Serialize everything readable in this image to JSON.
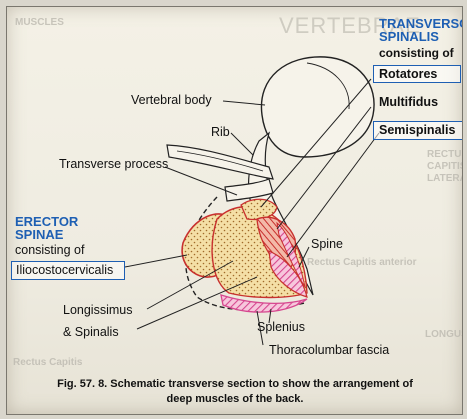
{
  "diagram": {
    "caption_line1": "Fig. 57. 8. Schematic transverse section to show the arrangement of",
    "caption_line2": "deep muscles of the back.",
    "transversospinalis": {
      "title_line1": "TRANSVERSO-",
      "title_line2": "SPINALIS",
      "subtitle": "consisting of",
      "items": [
        "Rotatores",
        "Multifidus",
        "Semispinalis"
      ]
    },
    "erector_spinae": {
      "title_line1": "ERECTOR",
      "title_line2": "SPINAE",
      "subtitle": "consisting of",
      "item": "Iliocostocervicalis"
    },
    "labels": {
      "vertebral_body": "Vertebral body",
      "rib": "Rib",
      "transverse_process": "Transverse process",
      "spine": "Spine",
      "longissimus": "Longissimus",
      "spinalis": "& Spinalis",
      "splenius": "Splenius",
      "thoracolumbar_fascia": "Thoracolumbar fascia"
    },
    "background_text": {
      "heading": "VERTEBRAE",
      "muscles": "MUSCLES",
      "side1": "RECTUS",
      "side2": "CAPITIS",
      "side3": "LATERALIS",
      "side4": "LONGUS",
      "side5": "Rectus Capitis anterior",
      "side6": "Rectus Capitis"
    },
    "colors": {
      "accent_blue": "#1e5fb3",
      "muscle_red": "#c8302e",
      "muscle_pink": "#d6478f",
      "fill_yellow": "#f2d58c"
    }
  }
}
